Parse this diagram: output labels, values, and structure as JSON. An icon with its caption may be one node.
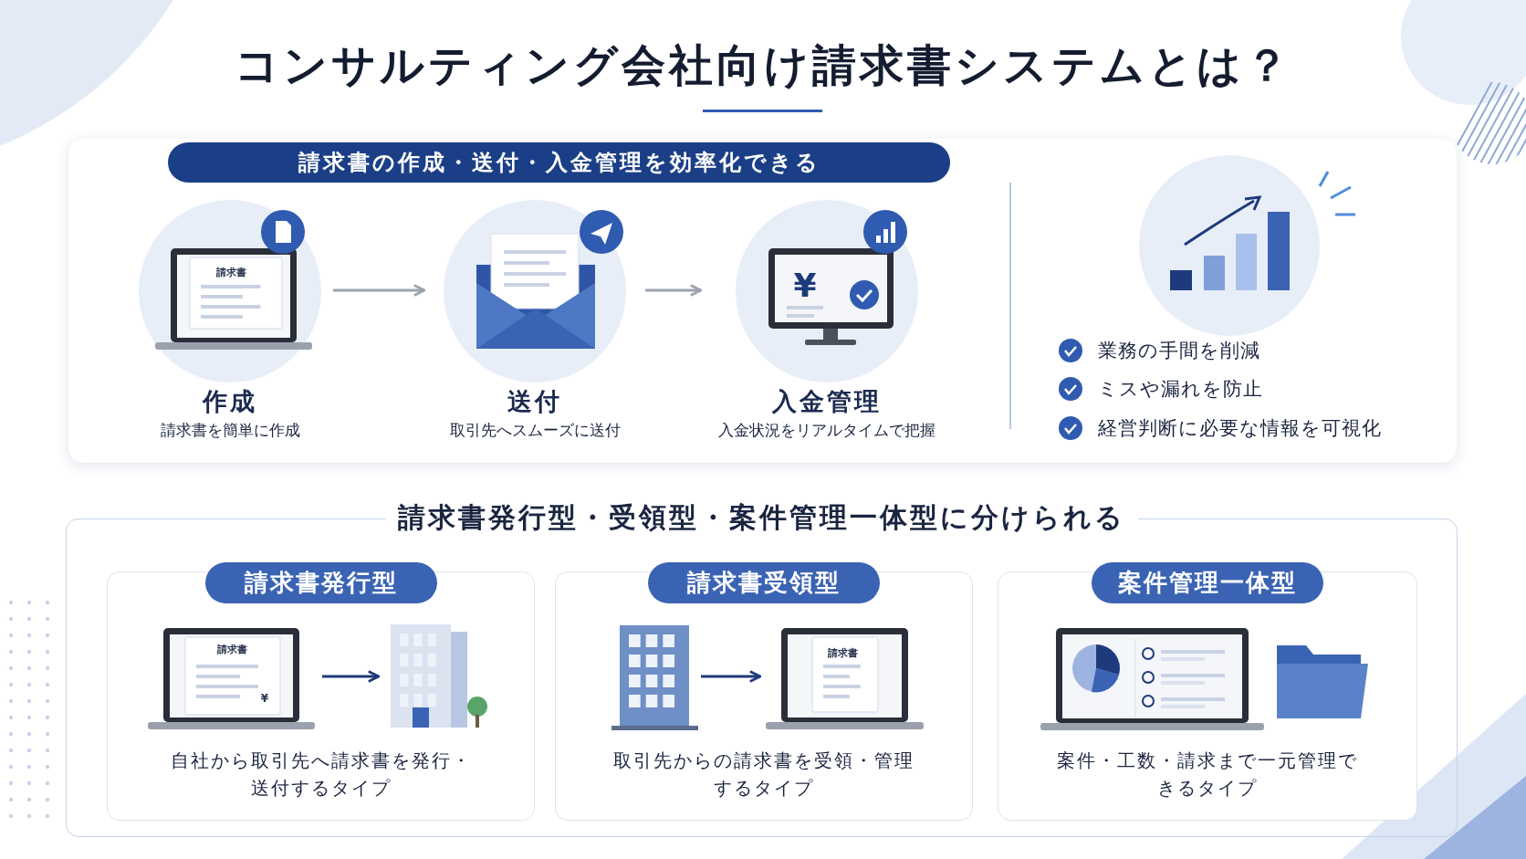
{
  "diagram": {
    "title": "コンサルティング会社向け請求書システムとは？",
    "nodes": [
      {
        "text": [
          "請求書の作成・送付・入金管理を効率化できる"
        ]
      },
      {
        "text": [
          "作成",
          "請求書を簡単に作成"
        ],
        "in": 0
      },
      {
        "text": [
          "送付",
          "取引先へスムーズに送付"
        ],
        "in": 0
      },
      {
        "text": [
          "入金管理",
          "入金状況をリアルタイムで把握"
        ],
        "in": 0
      },
      {
        "text": [
          "請求書発行型・受領型・案件管理一体型に分けられる"
        ]
      },
      {
        "text": [
          "請求書発行型",
          "自社から取引先へ請求書を発行・送付するタイプ"
        ],
        "in": 4
      },
      {
        "text": [],
        "shape": "picture",
        "in": 5
      },
      {
        "text": [],
        "shape": "picture",
        "in": 5
      },
      {
        "text": [
          "請求書受領型",
          "取引先からの請求書を受領・管理するタイプ"
        ],
        "in": 4
      },
      {
        "text": [],
        "shape": "picture",
        "in": 8
      },
      {
        "text": [],
        "shape": "picture",
        "in": 8
      },
      {
        "text": [
          "案件管理一体型",
          "案件・工数・請求まで一元管理できるタイプ"
        ],
        "in": 4
      }
    ],
    "edges": [
      {
        "from": 1,
        "to": 2,
        "arrow": "to"
      },
      {
        "from": 2,
        "to": 3,
        "arrow": "to"
      },
      {
        "from": 6,
        "to": 7,
        "arrow": "to",
        "color": "#1e3a78"
      },
      {
        "from": 9,
        "to": 10,
        "arrow": "to",
        "color": "#1e3a78"
      }
    ],
    "labels": [
      "請求書",
      "¥",
      "業務の手間を削減",
      "ミスや漏れを防止",
      "経営判断に必要な情報を可視化",
      "請求書",
      "¥",
      "請求書"
    ]
  }
}
